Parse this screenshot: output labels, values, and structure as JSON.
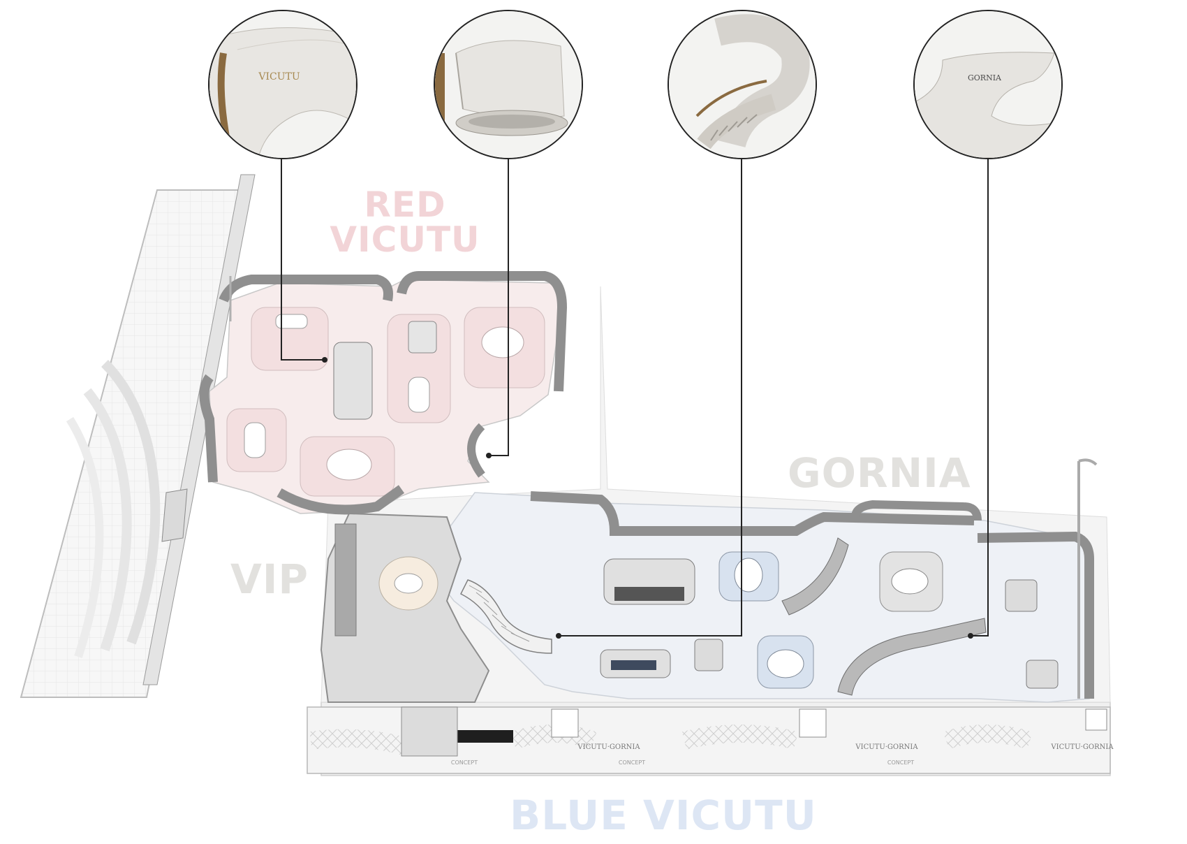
{
  "zones": {
    "red": {
      "line1": "RED",
      "line2": "VICUTU"
    },
    "gornia": "GORNIA",
    "vip": "VIP",
    "blue": "BLUE VICUTU"
  },
  "callouts": [
    {
      "name": "vicutu-wall-detail",
      "logo_text": "VICUTU"
    },
    {
      "name": "curved-niche-detail",
      "logo_text": ""
    },
    {
      "name": "spiral-stair-detail",
      "logo_text": ""
    },
    {
      "name": "gornia-wall-detail",
      "logo_text": "GORNIA"
    }
  ],
  "facade": {
    "signs": [
      "VICUTU·GORNIA",
      "VICUTU·GORNIA",
      "VICUTU·GORNIA"
    ],
    "concept_labels": [
      "CONCEPT",
      "CONCEPT",
      "CONCEPT"
    ]
  },
  "colors": {
    "red_zone": "#f2d4d7",
    "gornia_zone": "#e2e1de",
    "blue_zone": "#dde6f4",
    "leader_line": "#222222"
  }
}
